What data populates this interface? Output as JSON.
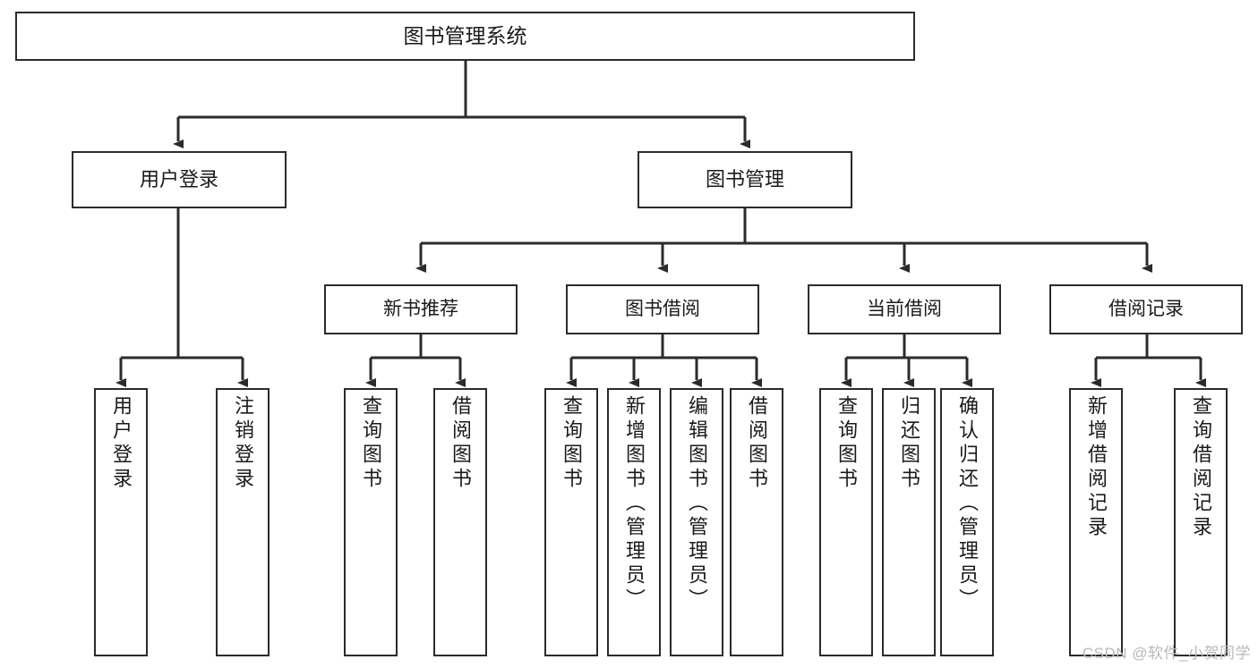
{
  "diagram": {
    "title": "图书管理系统",
    "type": "tree-hierarchy-diagram",
    "colors": {
      "box_border": "#2b2b2b",
      "box_fill": "#ffffff",
      "edge": "#2b2b2b",
      "text": "#1a1a1a",
      "watermark": "#b9b9b9"
    },
    "root": {
      "id": "root",
      "label": "图书管理系统"
    },
    "level2": [
      {
        "id": "user-login",
        "label": "用户登录"
      },
      {
        "id": "book-management",
        "label": "图书管理"
      }
    ],
    "level3": [
      {
        "id": "new-book-recommend",
        "label": "新书推荐",
        "parent": "book-management"
      },
      {
        "id": "book-borrow",
        "label": "图书借阅",
        "parent": "book-management"
      },
      {
        "id": "current-borrow",
        "label": "当前借阅",
        "parent": "book-management"
      },
      {
        "id": "borrow-record",
        "label": "借阅记录",
        "parent": "book-management"
      }
    ],
    "leaves": [
      {
        "id": "leaf-user-login",
        "label": "用户登录",
        "parent": "user-login"
      },
      {
        "id": "leaf-logout-login",
        "label": "注销登录",
        "parent": "user-login"
      },
      {
        "id": "leaf-query-book-1",
        "label": "查询图书",
        "parent": "new-book-recommend"
      },
      {
        "id": "leaf-borrow-book-1",
        "label": "借阅图书",
        "parent": "new-book-recommend"
      },
      {
        "id": "leaf-query-book-2",
        "label": "查询图书",
        "parent": "book-borrow"
      },
      {
        "id": "leaf-add-book",
        "label": "新增图书（管理员）",
        "parent": "book-borrow"
      },
      {
        "id": "leaf-edit-book",
        "label": "编辑图书（管理员）",
        "parent": "book-borrow"
      },
      {
        "id": "leaf-borrow-book-2",
        "label": "借阅图书",
        "parent": "book-borrow"
      },
      {
        "id": "leaf-query-book-3",
        "label": "查询图书",
        "parent": "current-borrow"
      },
      {
        "id": "leaf-return-book",
        "label": "归还图书",
        "parent": "current-borrow"
      },
      {
        "id": "leaf-confirm-return",
        "label": "确认归还（管理员）",
        "parent": "current-borrow"
      },
      {
        "id": "leaf-add-record",
        "label": "新增借阅记录",
        "parent": "borrow-record"
      },
      {
        "id": "leaf-query-record",
        "label": "查询借阅记录",
        "parent": "borrow-record"
      }
    ],
    "watermark": "CSDN @软件_小贺同学"
  }
}
